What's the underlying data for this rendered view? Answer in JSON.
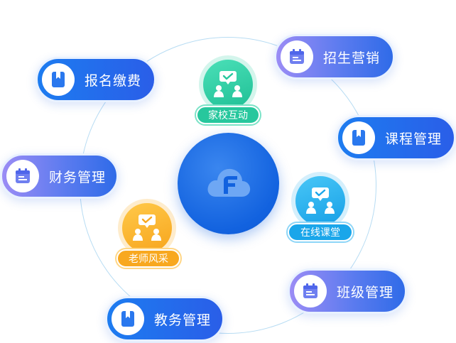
{
  "center": {
    "icon": "cloud-logo-icon"
  },
  "modules": [
    {
      "label": "报名缴费",
      "icon": "bookmark-icon",
      "style": "blue"
    },
    {
      "label": "财务管理",
      "icon": "calendar-icon",
      "style": "purple"
    },
    {
      "label": "教务管理",
      "icon": "bookmark-icon",
      "style": "blue"
    },
    {
      "label": "招生营销",
      "icon": "calendar-icon",
      "style": "purple"
    },
    {
      "label": "课程管理",
      "icon": "bookmark-icon",
      "style": "blue"
    },
    {
      "label": "班级管理",
      "icon": "calendar-icon",
      "style": "purple"
    }
  ],
  "features": [
    {
      "label": "家校互动",
      "icon": "people-chat-icon",
      "color": "#27c79d"
    },
    {
      "label": "在线课堂",
      "icon": "people-chat-icon",
      "color": "#1aa6ea"
    },
    {
      "label": "老师风采",
      "icon": "people-chat-icon",
      "color": "#f8a81f"
    }
  ],
  "colors": {
    "blue": "#1d7cf0",
    "purple": "#8d86f2",
    "ring": "#b7dcf3",
    "core": "#1262df"
  }
}
